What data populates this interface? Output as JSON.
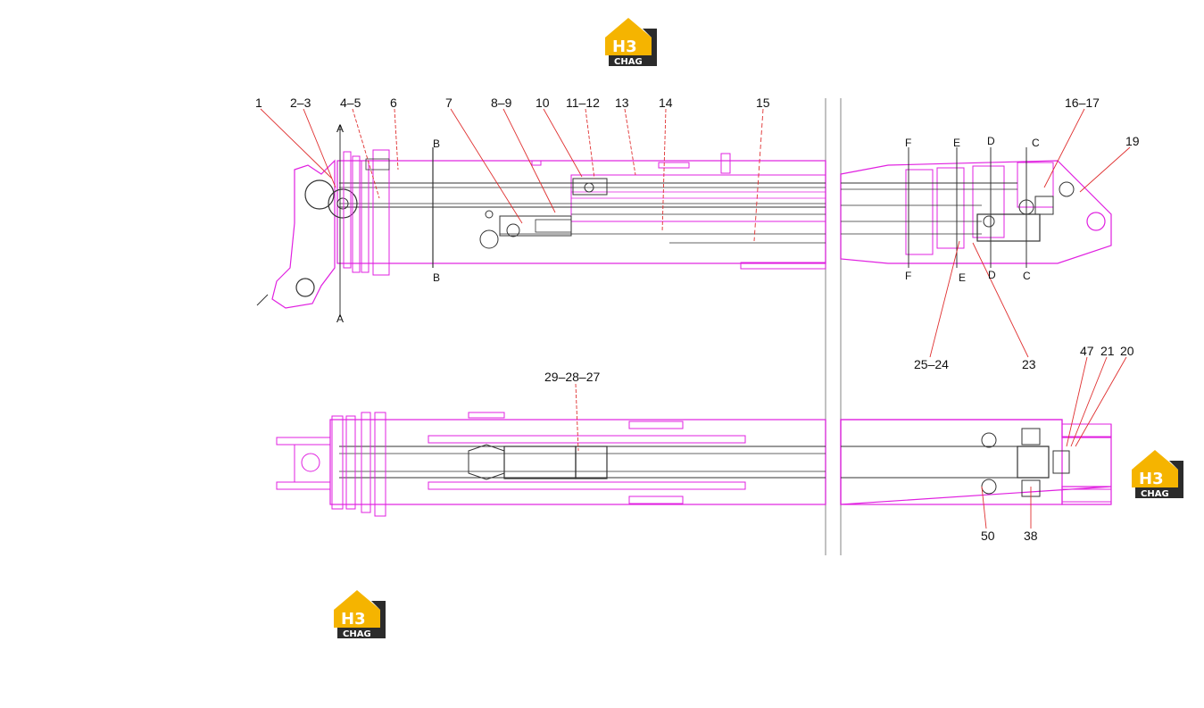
{
  "logo": {
    "mark": "H3",
    "brand": "CHAG",
    "colors": {
      "roof": "#f5b400",
      "body": "#2b2b2b",
      "text": "#ffffff"
    }
  },
  "colors": {
    "outline": "#e020e0",
    "ink": "#333333",
    "leader": "#e03030",
    "divider": "#999999"
  },
  "callouts": {
    "top": [
      "1",
      "2–3",
      "4–5",
      "6",
      "7",
      "8–9",
      "10",
      "11–12",
      "13",
      "14",
      "15",
      "16–17",
      "19"
    ],
    "top_lower": [
      "25–24",
      "23"
    ],
    "bottom": [
      "29–28–27",
      "47",
      "21",
      "20"
    ],
    "bottom_lower": [
      "50",
      "38"
    ]
  },
  "sections": {
    "left": [
      "A",
      "A",
      "B",
      "B"
    ],
    "right_top": [
      "F",
      "E",
      "D",
      "C"
    ],
    "right_bottom": [
      "F",
      "E",
      "D",
      "C"
    ]
  }
}
